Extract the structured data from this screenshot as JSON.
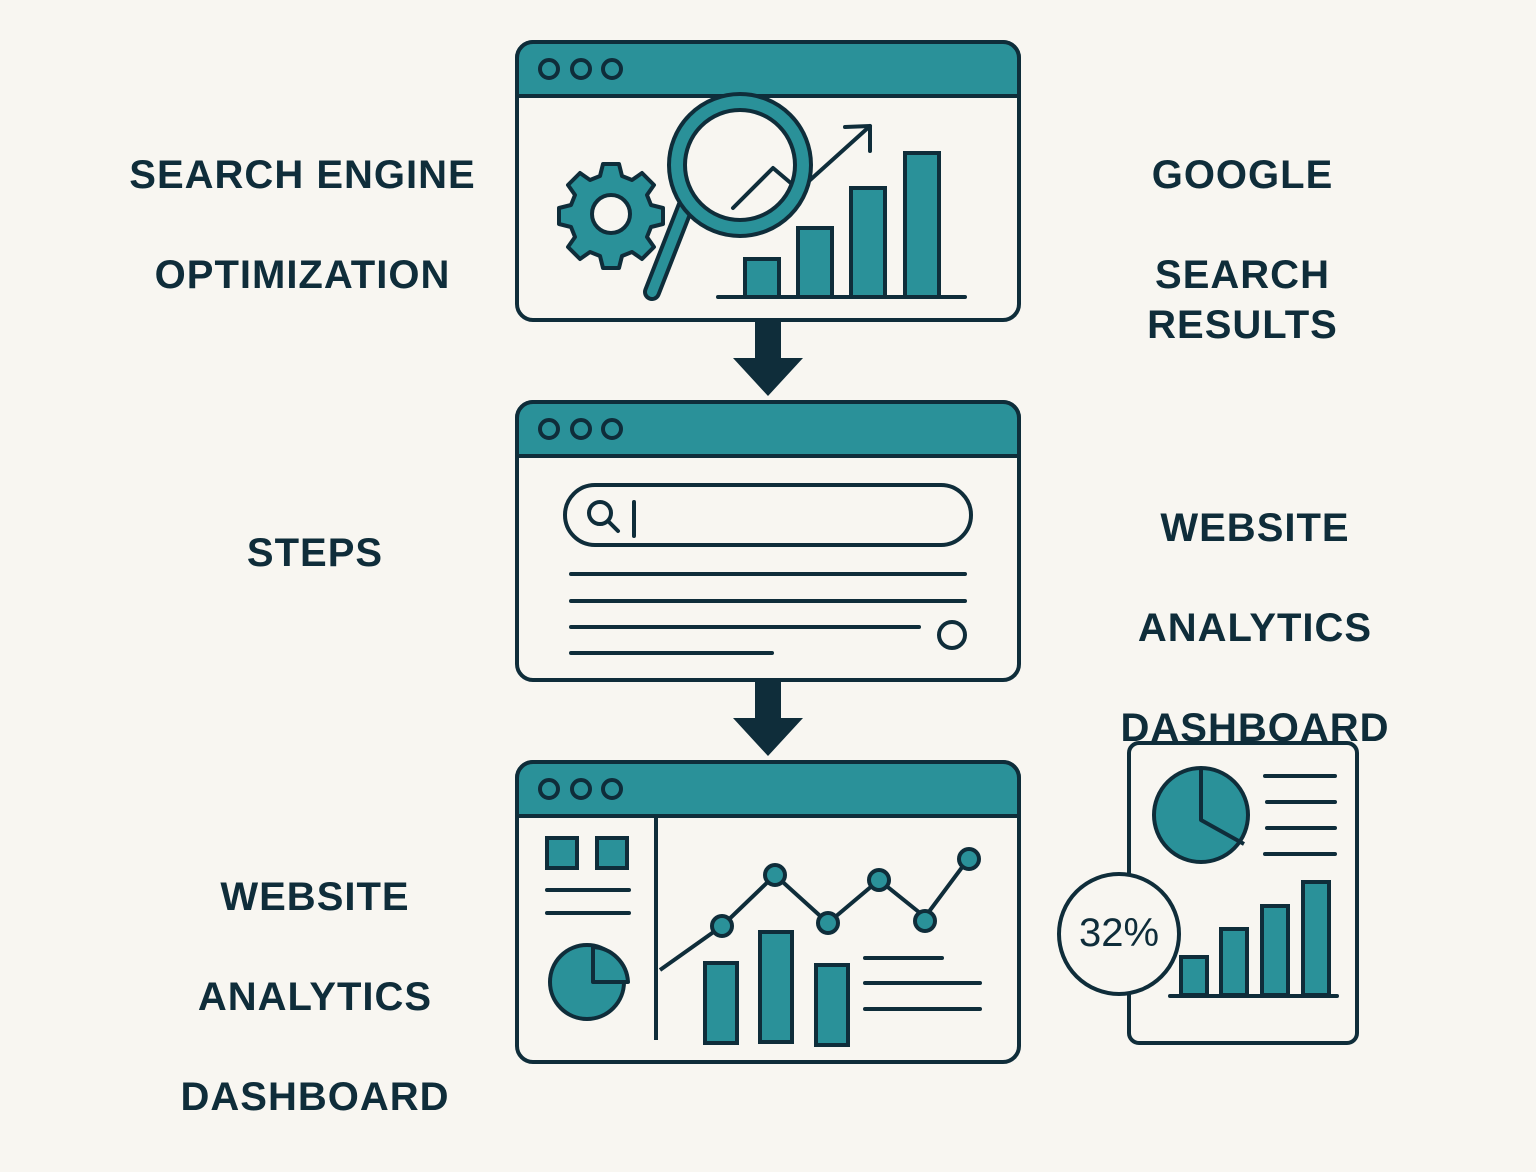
{
  "colors": {
    "background": "#f8f6f1",
    "teal": "#2a9199",
    "outline": "#0f2d3a",
    "panel": "#f8f6f1"
  },
  "labels": {
    "seo": {
      "lines": [
        "SEARCH ENGINE",
        "OPTIMIZATION"
      ]
    },
    "google": {
      "lines": [
        "GOOGLE",
        "SEARCH RESULTS"
      ]
    },
    "steps": {
      "lines": [
        "STEPS"
      ]
    },
    "analytics_right": {
      "lines": [
        "WEBSITE",
        "ANALYTICS",
        "DASHBOARD"
      ]
    },
    "analytics_left": {
      "lines": [
        "WEBSITE",
        "ANALYTICS",
        "DASHBOARD"
      ]
    }
  },
  "windows": [
    {
      "name": "seo-window",
      "icons": [
        "gear-icon",
        "magnifier-icon",
        "trend-arrow-icon",
        "bar-chart-icon"
      ]
    },
    {
      "name": "search-window",
      "icons": [
        "search-bar",
        "search-icon",
        "text-cursor",
        "result-lines"
      ]
    },
    {
      "name": "dashboard-window",
      "icons": [
        "tiles",
        "pie-chart-icon",
        "line-chart",
        "bar-chart-icon"
      ]
    }
  ],
  "report": {
    "badge_value": "32%"
  },
  "flow": {
    "arrows": [
      "arrow-1-to-2",
      "arrow-2-to-3"
    ]
  }
}
